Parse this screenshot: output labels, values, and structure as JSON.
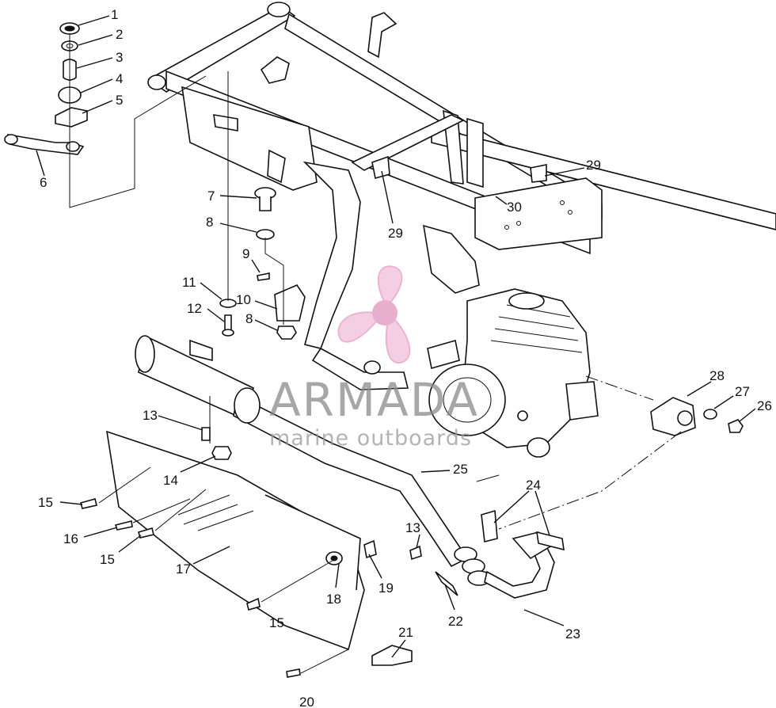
{
  "labels": {
    "l1": "1",
    "l2": "2",
    "l3": "3",
    "l4": "4",
    "l5": "5",
    "l6": "6",
    "l7": "7",
    "l8a": "8",
    "l8b": "8",
    "l9": "9",
    "l10": "10",
    "l11": "11",
    "l12": "12",
    "l13a": "13",
    "l13b": "13",
    "l14": "14",
    "l15a": "15",
    "l15b": "15",
    "l15c": "15",
    "l16": "16",
    "l17": "17",
    "l18": "18",
    "l19": "19",
    "l20": "20",
    "l21": "21",
    "l22": "22",
    "l23": "23",
    "l24": "24",
    "l25": "25",
    "l26": "26",
    "l27": "27",
    "l28": "28",
    "l29a": "29",
    "l29b": "29",
    "l30": "30"
  },
  "watermark": {
    "brand": "ARMADA",
    "tagline": "marine outboards",
    "color": "#e8a0c8"
  }
}
